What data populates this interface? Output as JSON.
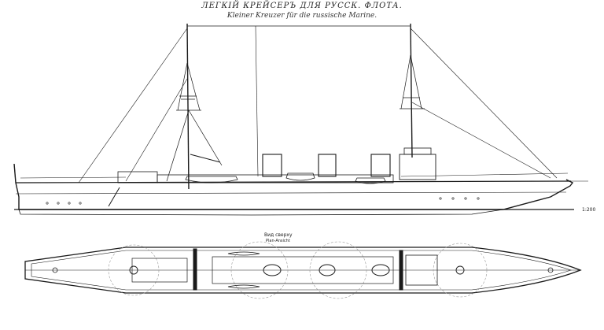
{
  "title_ru": "ЛЕГКІЙ КРЕЙСЕРЪ ДЛЯ РУССК. ФЛОТА.",
  "title_de": "Kleiner Kreuzer für die russische Marine.",
  "scale_mark": "1:200",
  "plan_label": "Вид сверху",
  "plan_sublabel": "Plan-Ansicht",
  "colors": {
    "ink": "#1a1a1a",
    "paper": "#ffffff",
    "faint": "#9a9a9a"
  }
}
